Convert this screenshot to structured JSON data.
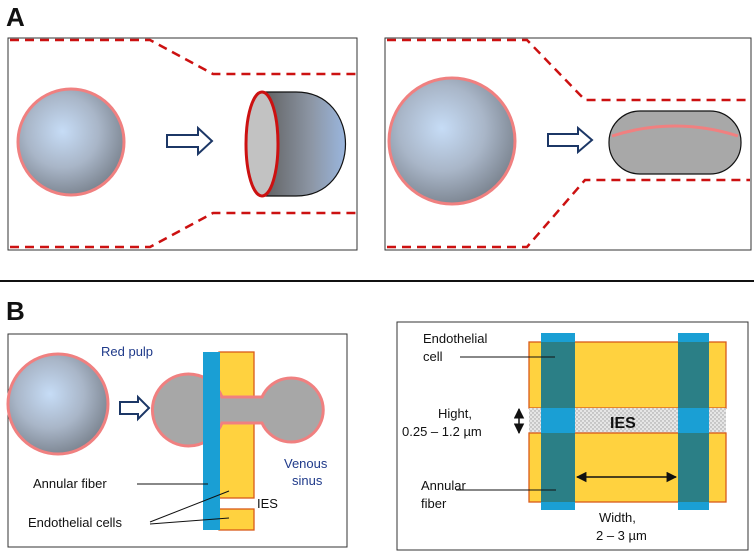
{
  "panels": {
    "a": {
      "label": "A"
    },
    "b": {
      "label": "B",
      "left": {
        "red_pulp": "Red pulp",
        "venous_sinus": [
          "Venous",
          "sinus"
        ],
        "annular_fiber": "Annular fiber",
        "ies": "IES",
        "endothelial_cells": "Endothelial cells"
      },
      "right": {
        "endothelial_cell": [
          "Endothelial",
          "cell"
        ],
        "height": [
          "Hight,",
          "0.25 – 1.2 µm"
        ],
        "ies": "IES",
        "annular_fiber": [
          "Annular",
          "fiber"
        ],
        "width": [
          "Width,",
          "2 – 3 µm"
        ]
      }
    }
  },
  "colors": {
    "dashed_wall": "#cc1111",
    "cell_edge": "#f08080",
    "fiber": "#1a9fd4",
    "endothelial": "#ffd23f",
    "endothelial_edge": "#d95a1a",
    "overlap": "#2b7f86",
    "label_blue": "#1f3a8a"
  }
}
